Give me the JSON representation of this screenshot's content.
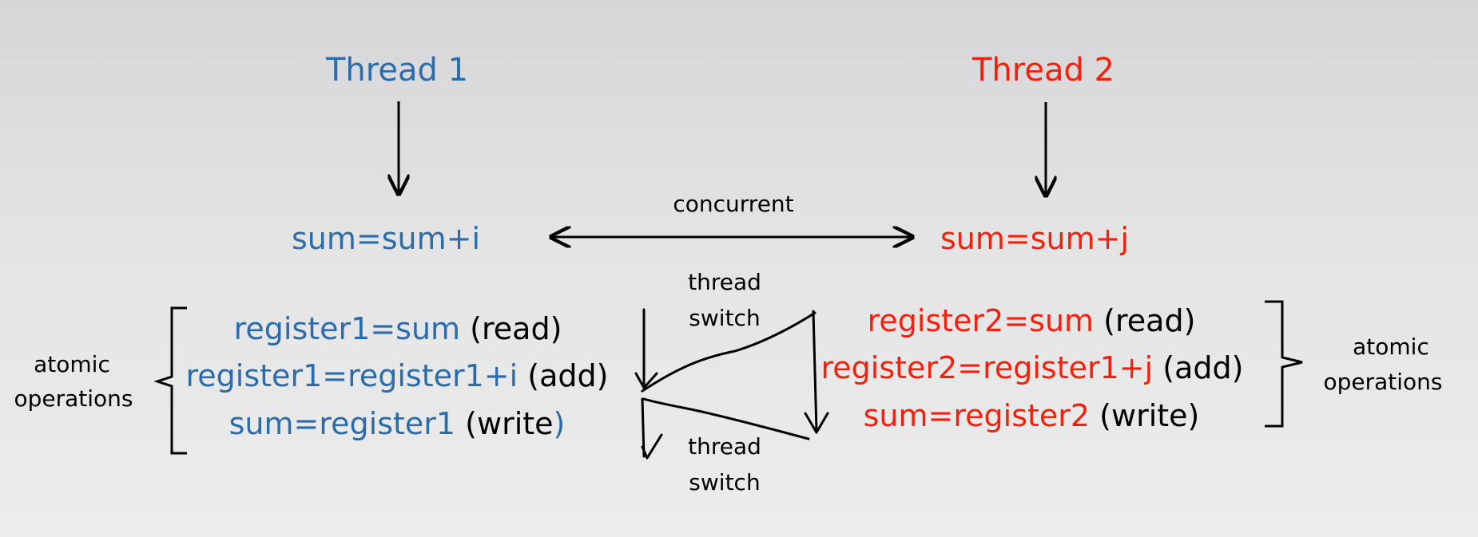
{
  "colors": {
    "thread1": "#2b6cab",
    "thread2": "#f5200c",
    "text": "#000000"
  },
  "thread1": {
    "title": "Thread 1",
    "statement": "sum=sum+i",
    "ops": [
      {
        "code": "register1=sum",
        "kind": "(read)"
      },
      {
        "code": "register1=register1+i",
        "kind": "(add)"
      },
      {
        "code": "sum=register1",
        "kind": "(write",
        "kind_close": ")"
      }
    ],
    "brace_label_1": "atomic",
    "brace_label_2": "operations"
  },
  "thread2": {
    "title": "Thread 2",
    "statement": "sum=sum+j",
    "ops": [
      {
        "code": "register2=sum",
        "kind": "(read)"
      },
      {
        "code": "register2=register1+j",
        "kind": "(add)"
      },
      {
        "code": "sum=register2",
        "kind": "(write)"
      }
    ],
    "brace_label_1": "atomic",
    "brace_label_2": "operations"
  },
  "concurrent_label": "concurrent",
  "switch_top": {
    "line1": "thread",
    "line2": "switch"
  },
  "switch_bottom": {
    "line1": "thread",
    "line2": "switch"
  }
}
